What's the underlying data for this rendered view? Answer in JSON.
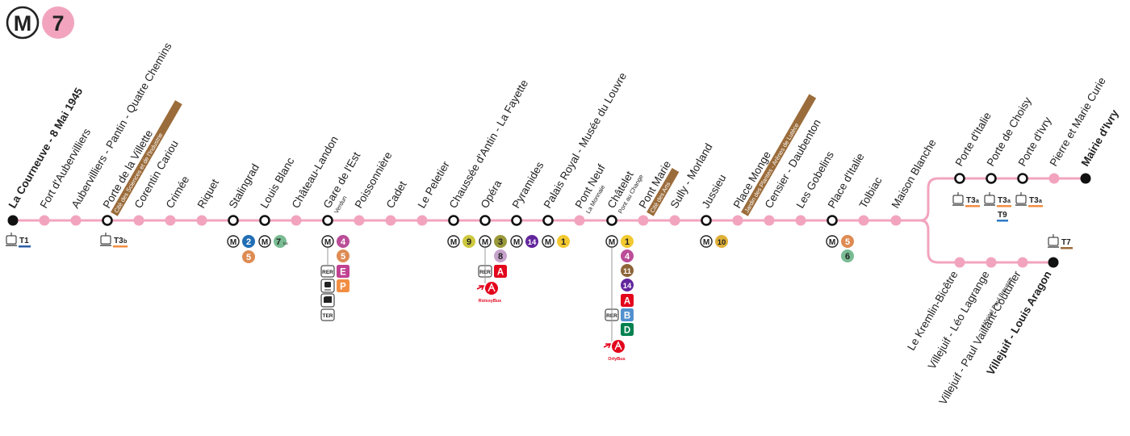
{
  "header": {
    "metro_mark": "M",
    "line_number": "7"
  },
  "colors": {
    "line7": "#F2A4BF",
    "ink": "#222222",
    "line_badges": {
      "1": "#F2C931",
      "2": "#216EB4",
      "3": "#9A993A",
      "4": "#BB4D98",
      "5": "#DE8B53",
      "6": "#79BB92",
      "7b": "#79BB92",
      "8": "#C5A3CA",
      "9": "#CDC83F",
      "10": "#DFB039",
      "11": "#8E6538",
      "14": "#62259D",
      "A": "#E3051C",
      "B": "#5291CE",
      "D": "#00814F",
      "E": "#C04191",
      "P": "#F28E42",
      "tram_T1": "#2E5EA6",
      "tram_T3": "#F28E42",
      "tram_T7": "#9B6C3B",
      "tram_T9": "#2E7BC4",
      "bus": "#E3051C",
      "cite_label": "#9B6C3B"
    }
  },
  "labels": {
    "rer": "RER",
    "ter": "TER",
    "roissybus": "RoissyBus",
    "orlybus": "OrlyBus"
  },
  "stations": [
    {
      "id": "la-courneuve",
      "name": "La Courneuve - 8 Mai 1945",
      "terminus": true,
      "tram": [
        "T1"
      ]
    },
    {
      "id": "fort-d-aubervilliers",
      "name": "Fort d'Aubervilliers"
    },
    {
      "id": "aubervilliers-pantin",
      "name": "Aubervilliers - Pantin - Quatre Chemins"
    },
    {
      "id": "porte-de-la-villette",
      "name": "Porte de la Villette",
      "sublabel": "Cité des Sciences et de l'Industrie",
      "correspondence": true,
      "tram": [
        "T3b"
      ]
    },
    {
      "id": "corentin-cariou",
      "name": "Corentin Cariou"
    },
    {
      "id": "crimee",
      "name": "Crimée"
    },
    {
      "id": "riquet",
      "name": "Riquet"
    },
    {
      "id": "stalingrad",
      "name": "Stalingrad",
      "correspondence": true,
      "metro": [
        "2",
        "5"
      ]
    },
    {
      "id": "louis-blanc",
      "name": "Louis Blanc",
      "correspondence": true,
      "metro": [
        "7b"
      ]
    },
    {
      "id": "chateau-landon",
      "name": "Château-Landon"
    },
    {
      "id": "gare-de-l-est",
      "name": "Gare de l'Est",
      "sublabel": "Verdun",
      "correspondence": true,
      "metro": [
        "4",
        "5"
      ],
      "rer": [
        "E",
        "P"
      ],
      "train": true,
      "coach": true,
      "ter": true
    },
    {
      "id": "poissonniere",
      "name": "Poissonnière"
    },
    {
      "id": "cadet",
      "name": "Cadet"
    },
    {
      "id": "le-peletier",
      "name": "Le Peletier"
    },
    {
      "id": "chaussee-d-antin",
      "name": "Chaussée d'Antin - La Fayette",
      "correspondence": true,
      "metro": [
        "9"
      ]
    },
    {
      "id": "opera",
      "name": "Opéra",
      "correspondence": true,
      "metro": [
        "3",
        "8"
      ],
      "rer": [
        "A"
      ],
      "bus": "RoissyBus"
    },
    {
      "id": "pyramides",
      "name": "Pyramides",
      "correspondence": true,
      "metro": [
        "14"
      ]
    },
    {
      "id": "palais-royal",
      "name": "Palais Royal - Musée du Louvre",
      "correspondence": true,
      "metro": [
        "1"
      ]
    },
    {
      "id": "pont-neuf",
      "name": "Pont Neuf",
      "sublabel": "La Monnaie"
    },
    {
      "id": "chatelet",
      "name": "Châtelet",
      "sublabel": "Pont au Change",
      "correspondence": true,
      "metro": [
        "1",
        "4",
        "11",
        "14"
      ],
      "rer": [
        "A",
        "B",
        "D"
      ],
      "bus": "OrlyBus"
    },
    {
      "id": "pont-marie",
      "name": "Pont Marie",
      "sublabel": "Cité des Arts"
    },
    {
      "id": "sully-morland",
      "name": "Sully - Morland"
    },
    {
      "id": "jussieu",
      "name": "Jussieu",
      "correspondence": true,
      "metro": [
        "10"
      ]
    },
    {
      "id": "place-monge",
      "name": "Place Monge",
      "sublabel": "Jardin des Plantes - Arènes de Lutèce"
    },
    {
      "id": "censier-daubenton",
      "name": "Censier - Daubenton"
    },
    {
      "id": "les-gobelins",
      "name": "Les Gobelins"
    },
    {
      "id": "place-d-italie",
      "name": "Place d'Italie",
      "correspondence": true,
      "metro": [
        "5",
        "6"
      ]
    },
    {
      "id": "tolbiac",
      "name": "Tolbiac"
    },
    {
      "id": "maison-blanche",
      "name": "Maison Blanche"
    }
  ],
  "branch_ivry": [
    {
      "id": "porte-d-italie",
      "name": "Porte d'Italie",
      "correspondence": true,
      "tram": [
        "T3a"
      ]
    },
    {
      "id": "porte-de-choisy",
      "name": "Porte de Choisy",
      "correspondence": true,
      "tram": [
        "T3a",
        "T9"
      ]
    },
    {
      "id": "porte-d-ivry",
      "name": "Porte d'Ivry",
      "correspondence": true,
      "tram": [
        "T3a"
      ]
    },
    {
      "id": "pierre-et-marie-curie",
      "name": "Pierre et Marie Curie"
    },
    {
      "id": "mairie-d-ivry",
      "name": "Mairie d'Ivry",
      "terminus": true
    }
  ],
  "branch_villejuif": [
    {
      "id": "le-kremlin-bicetre",
      "name": "Le Kremlin-Bicêtre"
    },
    {
      "id": "villejuif-leo-lagrange",
      "name": "Villejuif - Léo Lagrange"
    },
    {
      "id": "villejuif-paul-vaillant-couturier",
      "name": "Villejuif - Paul Vaillant-Couturier",
      "sublabel": "Hôpital Paul Brousse"
    },
    {
      "id": "villejuif-louis-aragon",
      "name": "Villejuif - Louis Aragon",
      "terminus": true,
      "tram": [
        "T7"
      ]
    }
  ]
}
